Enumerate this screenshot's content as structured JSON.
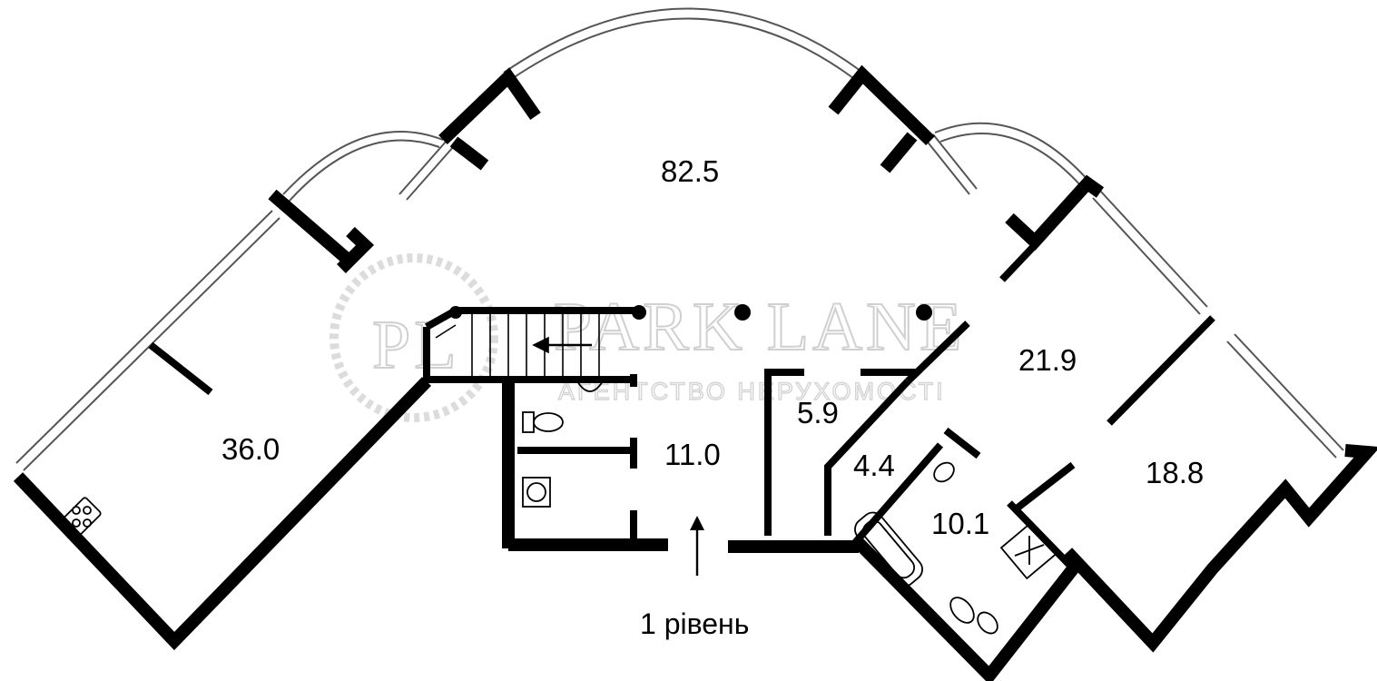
{
  "rooms": {
    "hall": "82.5",
    "kitchen": "36.0",
    "corridor": "11.0",
    "storage": "5.9",
    "closet": "4.4",
    "room_east": "21.9",
    "bedroom": "18.8",
    "bathroom": "10.1"
  },
  "caption": "1 рівень",
  "watermark": {
    "monogram": "PL",
    "title": "PARK LANE",
    "subtitle": "АГЕНТСТВО НЕРУХОМОСТІ"
  },
  "colors": {
    "wall": "#000000",
    "window": "#555555",
    "watermark": "#d0d0d0",
    "background": "#ffffff"
  }
}
